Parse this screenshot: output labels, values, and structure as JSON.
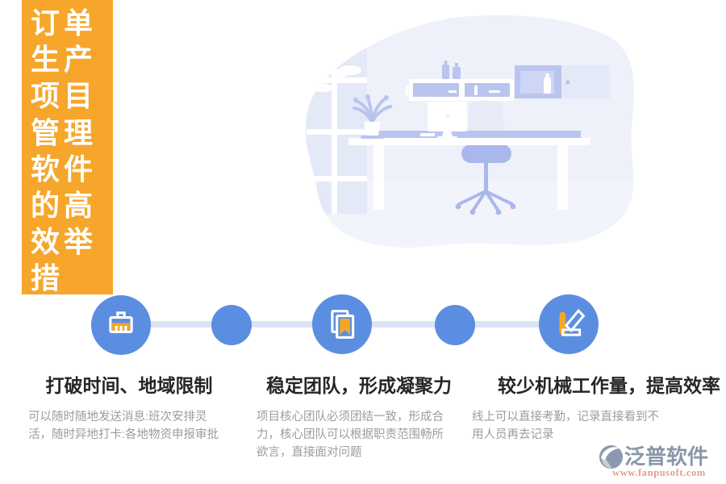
{
  "page": {
    "title": "订单生产项目管理软件的高效举措"
  },
  "colors": {
    "banner_bg": "#f5a62b",
    "node_blue": "#5b8ee0",
    "accent_orange": "#f5a623",
    "connector_line": "#dbe4f4",
    "heading_text": "#262626",
    "description_text": "#9c9c9c",
    "logo_text": "#8a96a9",
    "url_text": "#e79d88",
    "illustration_bg": "#eef1fa",
    "illustration_main": "#b9c5ef"
  },
  "illustration": {
    "name": "office-desk-scene"
  },
  "timeline": {
    "steps": [
      {
        "icon": "brush-icon",
        "title": "打破时间、地域限制",
        "description": "可以随时随地发送消息:班次安排灵活，随时异地打卡:各地物资申报审批"
      },
      {
        "icon": "bookmark-icon",
        "title": "稳定团队，形成凝聚力",
        "description": "项目核心团队必须团结一致，形成合力，核心团队可以根据职责范围畅所欲言，直接面对问题"
      },
      {
        "icon": "pen-ruler-icon",
        "title": "较少机械工作量，提高效率",
        "description": "线上可以直接考勤，记录直接看到不用人员再去记录"
      }
    ]
  },
  "footer": {
    "logo_text": "泛普软件",
    "website": "www.fanpusoft.com"
  }
}
